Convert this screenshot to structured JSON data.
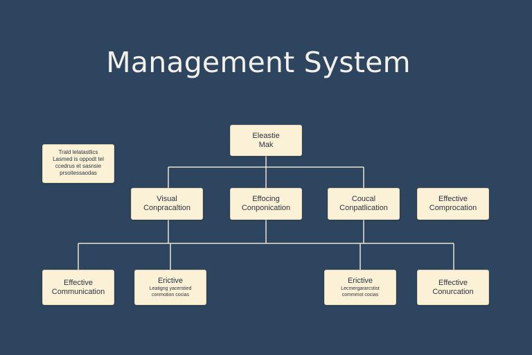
{
  "diagram": {
    "title": "Management System",
    "note": {
      "lines": [
        "Trald lelatastlics",
        "Lasmed is oppodt tel",
        "ccedrus et sasnsie",
        "prsoitessaodas"
      ]
    },
    "root": {
      "line1": "Eleastie",
      "line2": "Mak"
    },
    "level1": [
      {
        "line1": "Visual",
        "line2": "Conpracaltion"
      },
      {
        "line1": "Effocing",
        "line2": "Conponication"
      },
      {
        "line1": "Coucal",
        "line2": "Conpatlication"
      },
      {
        "line1": "Effective",
        "line2": "Comprocation"
      }
    ],
    "level2": [
      {
        "line1": "Effective",
        "line2": "Communication"
      },
      {
        "line1": "Erictive",
        "line2": "Leatigng yacerstied",
        "line3": "conmotion cocias"
      },
      {
        "line1": "Erictive",
        "line2": "Lecmergararcstist",
        "line3": "commmot cocias"
      },
      {
        "line1": "Effective",
        "line2": "Conurcation"
      }
    ],
    "colors": {
      "background": "#2e4560",
      "box": "#fbf1d6",
      "line": "#e9e4d6",
      "title": "#f4f1ea"
    }
  }
}
